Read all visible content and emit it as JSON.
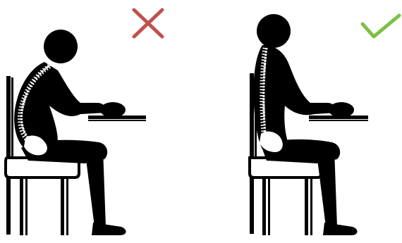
{
  "panels": [
    {
      "id": "incorrect",
      "verdict": "wrong",
      "mark_icon": "cross-icon",
      "mark_color": "#c0504d"
    },
    {
      "id": "correct",
      "verdict": "right",
      "mark_icon": "check-icon",
      "mark_color": "#7bc043"
    }
  ],
  "colors": {
    "figure": "#000000",
    "spine": "#ffffff",
    "background": "#ffffff"
  }
}
